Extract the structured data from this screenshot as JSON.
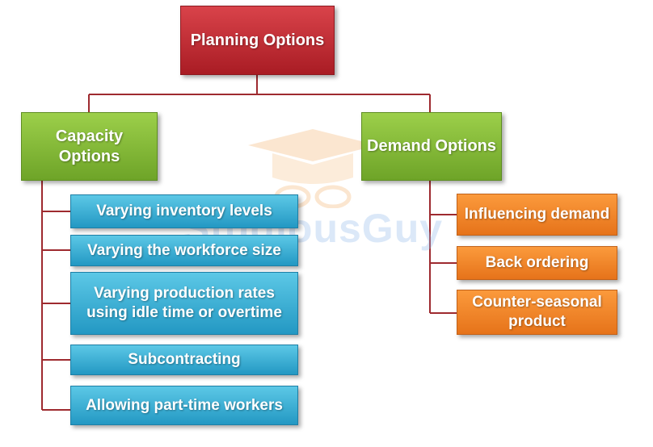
{
  "root": {
    "label": "Planning Options",
    "color": "#c9282f"
  },
  "capacity": {
    "label": "Capacity Options",
    "color": "#85bb3a",
    "items": [
      "Varying inventory levels",
      "Varying the workforce size",
      "Varying production rates using idle time or overtime",
      "Subcontracting",
      "Allowing part-time workers"
    ],
    "item_color": "#2fa9d2"
  },
  "demand": {
    "label": "Demand Options",
    "color": "#85bb3a",
    "items": [
      "Influencing demand",
      "Back ordering",
      "Counter-seasonal product"
    ],
    "item_color": "#f58220"
  },
  "connector_color": "#9e2a2f",
  "watermark": {
    "text": "StudiousGuy"
  }
}
